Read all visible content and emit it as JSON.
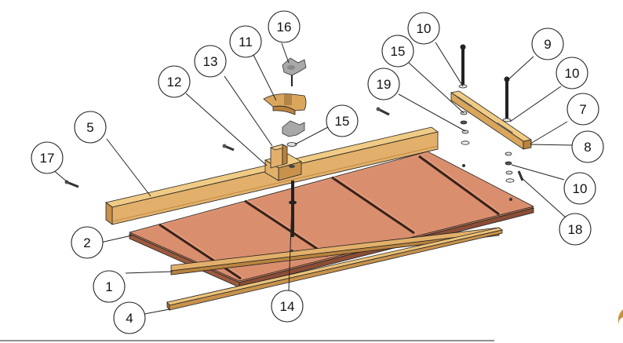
{
  "diagram": {
    "type": "exploded-assembly-drawing",
    "callouts": [
      {
        "id": "c1",
        "label": "1"
      },
      {
        "id": "c2",
        "label": "2"
      },
      {
        "id": "c4",
        "label": "4"
      },
      {
        "id": "c5",
        "label": "5"
      },
      {
        "id": "c7",
        "label": "7"
      },
      {
        "id": "c8",
        "label": "8"
      },
      {
        "id": "c9",
        "label": "9"
      },
      {
        "id": "c10a",
        "label": "10"
      },
      {
        "id": "c10b",
        "label": "10"
      },
      {
        "id": "c10c",
        "label": "10"
      },
      {
        "id": "c11",
        "label": "11"
      },
      {
        "id": "c12",
        "label": "12"
      },
      {
        "id": "c13",
        "label": "13"
      },
      {
        "id": "c14",
        "label": "14"
      },
      {
        "id": "c15a",
        "label": "15"
      },
      {
        "id": "c15b",
        "label": "15"
      },
      {
        "id": "c16",
        "label": "16"
      },
      {
        "id": "c17",
        "label": "17"
      },
      {
        "id": "c18",
        "label": "18"
      },
      {
        "id": "c19",
        "label": "19"
      }
    ],
    "colors": {
      "wood_light": "#EBC27A",
      "wood_mid": "#D9A65C",
      "wood_dark": "#B9833E",
      "board_face": "#D98E6E",
      "board_edge": "#9C5A3E",
      "board_dark": "#7A4430",
      "hardware": "#333333",
      "knob": "#9E9E9E",
      "line": "#222222"
    }
  }
}
